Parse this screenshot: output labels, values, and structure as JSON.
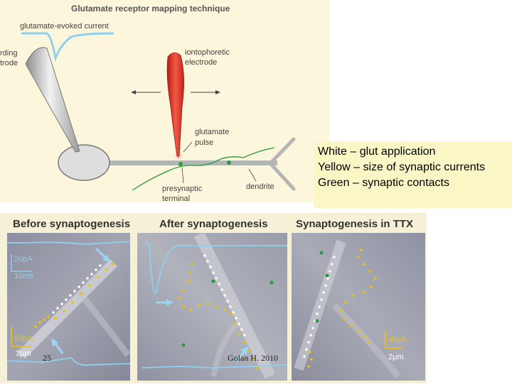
{
  "diagram": {
    "title": "Glutamate receptor mapping technique",
    "labels": {
      "current": "glutamate-evoked current",
      "recording_1": "rding",
      "recording_2": "trode",
      "ionto_1": "iontophoretic",
      "ionto_2": "electrode",
      "pulse_1": "glutamate",
      "pulse_2": "pulse",
      "presyn_1": "presynaptic",
      "presyn_2": "terminal",
      "dendrite": "dendrite"
    }
  },
  "legend": {
    "lines": [
      "White – glut application",
      "Yellow – size of synaptic currents",
      "Green – synaptic contacts"
    ]
  },
  "panels": [
    {
      "title": "Before synaptogenesis",
      "scale_current": "20pA",
      "scale_time": "10ms",
      "scale_current_2": "50pA",
      "scale_length": "3µm"
    },
    {
      "title": "After synaptogenesis"
    },
    {
      "title": "Synaptogenesis in TTX",
      "scale_current": "40pA",
      "scale_length": "2µm"
    }
  ],
  "footer": {
    "page_number": "25",
    "citation": "Golan H. 2010"
  },
  "colors": {
    "electrode_red": "#e0342a",
    "current_blue": "#8fd0ee",
    "dendrite_gray": "#b5b5b5",
    "axon_green": "#2a9a3e",
    "dot_yellow": "#f2c200",
    "legend_bg": "#fbf6c6"
  }
}
